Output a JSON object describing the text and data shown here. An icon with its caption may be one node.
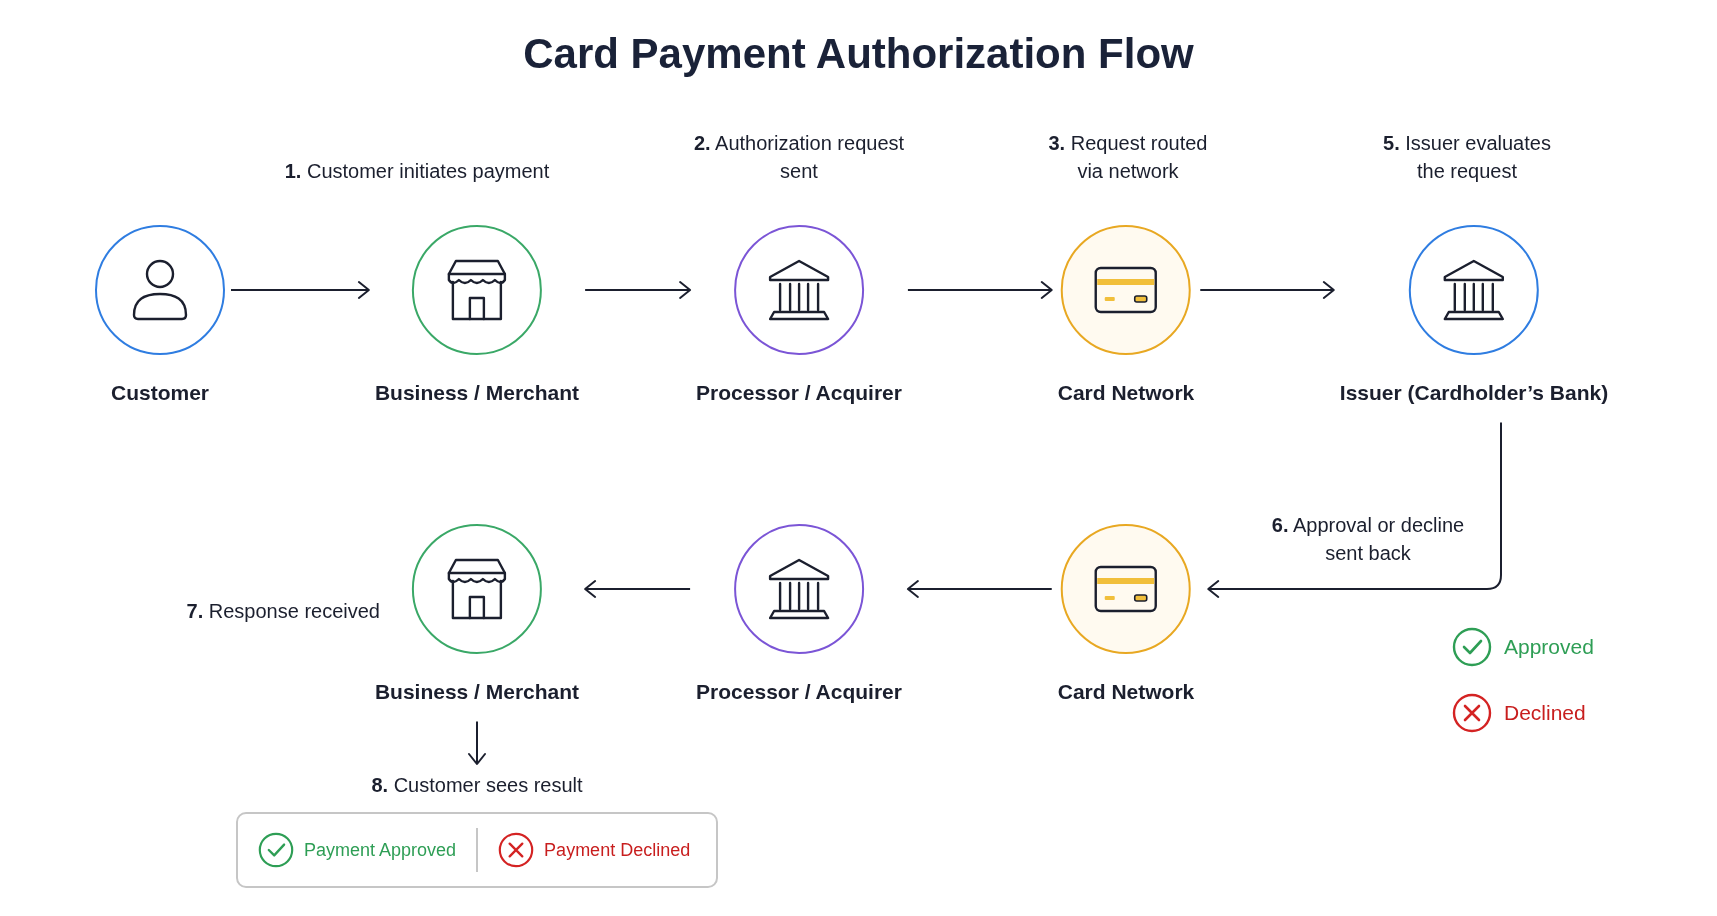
{
  "diagram": {
    "title": "Card Payment Authorization Flow",
    "nodes": [
      {
        "text": [
          "Customer"
        ]
      },
      {
        "text": [
          "Business / Merchant"
        ]
      },
      {
        "text": [
          "Processor / Acquirer"
        ]
      },
      {
        "text": [
          "Card Network"
        ]
      },
      {
        "text": [
          "Issuer (Cardholder’s Bank)"
        ]
      },
      {
        "text": [
          "Card Network"
        ]
      },
      {
        "text": [
          "Processor / Acquirer"
        ]
      },
      {
        "text": [
          "Business / Merchant"
        ],
        "beside": [
          "**7.** Response received"
        ]
      },
      {
        "text": [
          "**8.** Customer sees result",
          "Payment Approved",
          "Payment Declined"
        ]
      }
    ],
    "edges": [
      {
        "from": 0,
        "to": 1,
        "arrow": "to"
      },
      {
        "from": 1,
        "to": 2,
        "arrow": "to"
      },
      {
        "from": 2,
        "to": 3,
        "arrow": "to"
      },
      {
        "from": 3,
        "to": 4,
        "arrow": "to"
      },
      {
        "from": 4,
        "to": 5,
        "arrow": "to",
        "label": "**6.** Approval or decline sent back"
      },
      {
        "from": 5,
        "to": 6,
        "arrow": "to"
      },
      {
        "from": 6,
        "to": 7,
        "arrow": "to"
      },
      {
        "from": 7,
        "to": 8,
        "arrow": "to"
      }
    ],
    "labels": [
      "**1.** Customer initiates payment",
      "**2.** Authorization request sent",
      "**3.** Request routed via network",
      "**5.** Issuer evaluates the request"
    ],
    "legend": [
      {
        "text": "Approved"
      },
      {
        "text": "Declined"
      }
    ]
  }
}
